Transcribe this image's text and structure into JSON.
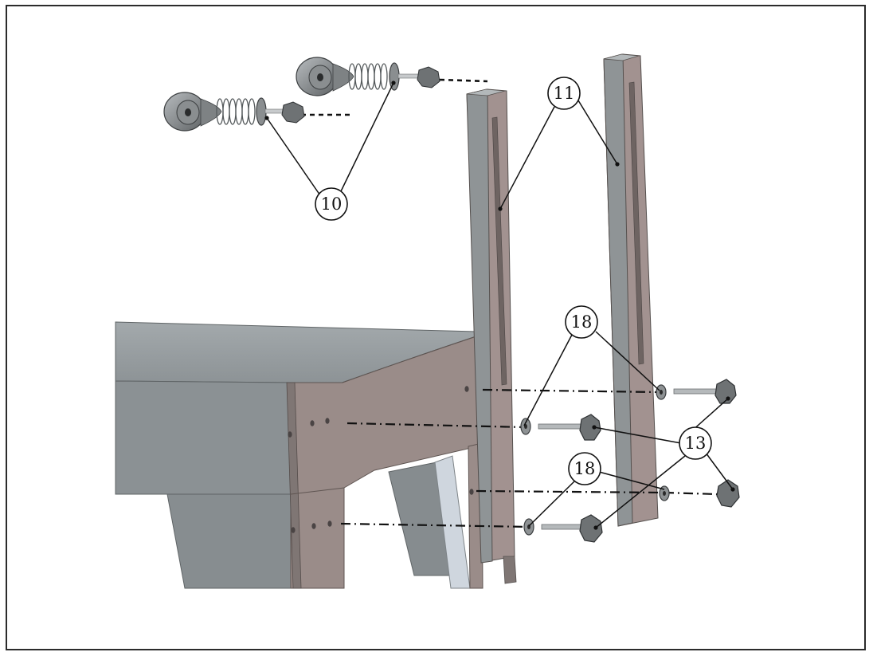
{
  "callouts": {
    "c10": {
      "label": "10",
      "part": "spring-pulley"
    },
    "c11": {
      "label": "11",
      "part": "upright-post"
    },
    "c18a": {
      "label": "18",
      "part": "washer"
    },
    "c18b": {
      "label": "18",
      "part": "washer"
    },
    "c13": {
      "label": "13",
      "part": "knob-bolt"
    }
  },
  "colors": {
    "table_gray": "#8a9092",
    "table_top": "#979da0",
    "apron_mauve": "#9a8c89",
    "post_front": "#8f9496",
    "post_side": "#a29290",
    "pad_light": "#cfd6de",
    "hardware_dark": "#6e7274"
  }
}
